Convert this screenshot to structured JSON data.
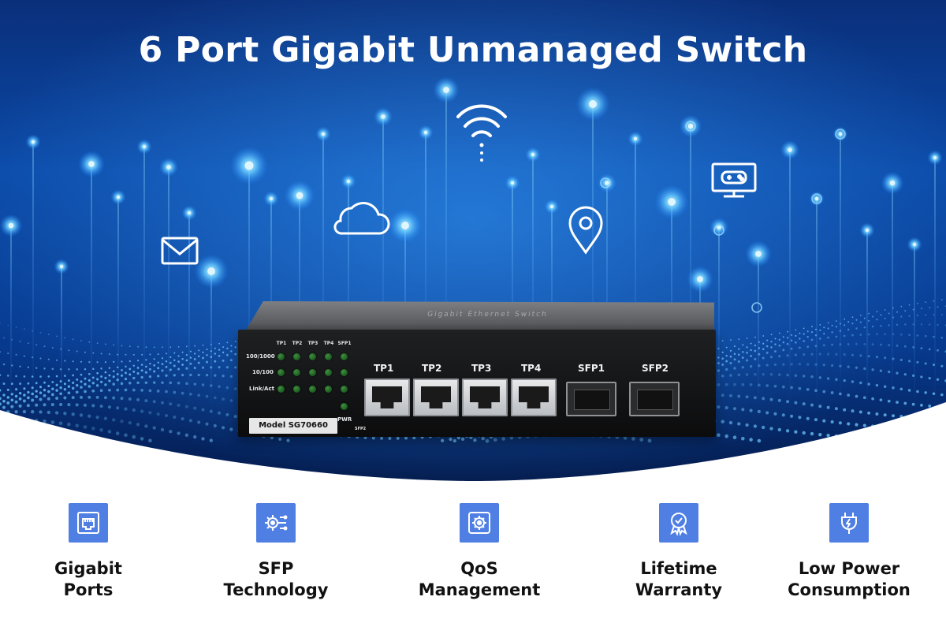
{
  "title": "6 Port Gigabit Unmanaged Switch",
  "device": {
    "top_print": "Gigabit Ethernet Switch",
    "led_columns": [
      "TP1",
      "TP2",
      "TP3",
      "TP4",
      "SFP1"
    ],
    "led_rows": [
      "100/1000",
      "10/100",
      "Link/Act"
    ],
    "model": "Model SG70660",
    "pwr_label": "PWR",
    "sfp2_tag": "SFP2",
    "ports": [
      "TP1",
      "TP2",
      "TP3",
      "TP4"
    ],
    "sfp_ports": [
      "SFP1",
      "SFP2"
    ]
  },
  "features": [
    {
      "label": "Gigabit\nPorts",
      "icon": "ethernet-port-icon"
    },
    {
      "label": "SFP\nTechnology",
      "icon": "circuit-gear-icon"
    },
    {
      "label": "QoS\nManagement",
      "icon": "gear-icon"
    },
    {
      "label": "Lifetime\nWarranty",
      "icon": "badge-check-icon"
    },
    {
      "label": "Low Power\nConsumption",
      "icon": "power-plug-icon"
    }
  ],
  "hero_icons": [
    "wifi-icon",
    "cloud-icon",
    "mail-icon",
    "location-pin-icon",
    "gamepad-monitor-icon"
  ],
  "colors": {
    "hero_top": "#0c3a8c",
    "hero_deep": "#061a46",
    "glow": "#5fc3ff",
    "feature_icon_bg": "#4f7fe3"
  }
}
